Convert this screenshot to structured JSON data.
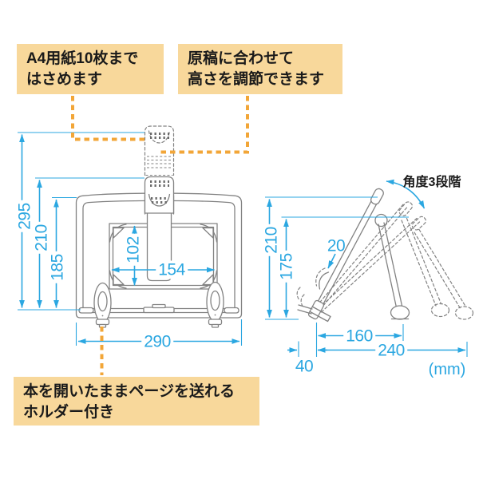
{
  "colors": {
    "accent_cyan": "#2BA7E1",
    "leader_orange": "#F2A638",
    "callout_bg": "#F8D89B",
    "line_gray": "#828282",
    "text_color": "#1A1A1A"
  },
  "callouts": {
    "clip": {
      "line1": "A4用紙10枚まで",
      "line2": "はさめます"
    },
    "height_adjust": {
      "line1": "原稿に合わせて",
      "line2": "高さを調節できます"
    },
    "page_holder": {
      "line1": "本を開いたままページを送れる",
      "line2": "ホルダー付き"
    }
  },
  "front_view": {
    "dims": {
      "overall_height": "295",
      "clip_height": "210",
      "board_height": "185",
      "window_height": "102",
      "window_width": "154",
      "overall_width": "290"
    }
  },
  "side_view": {
    "angle_label": "角度3段階",
    "dims": {
      "overall_height": "210",
      "board_height": "175",
      "ledge_depth": "20",
      "base_depth": "160",
      "overall_depth": "240",
      "back_offset": "40"
    },
    "unit_label": "(mm)"
  }
}
